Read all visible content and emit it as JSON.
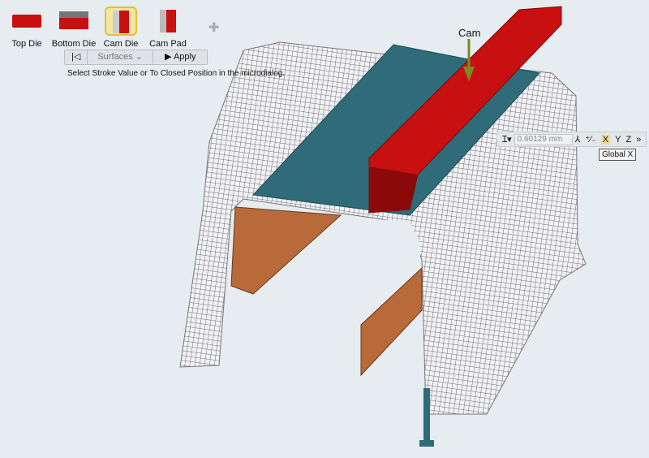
{
  "toolbar": {
    "tools": [
      {
        "label": "Top Die"
      },
      {
        "label": "Bottom Die"
      },
      {
        "label": "Cam Die",
        "selected": true
      },
      {
        "label": "Cam Pad"
      }
    ],
    "add_icon": "plus-icon"
  },
  "guide_bar": {
    "back_icon": "back-to-start-icon",
    "surfaces_label": "Surfaces",
    "apply_label": "Apply"
  },
  "hint": "Select Stroke Value or To Closed Position in the microdialog.",
  "microdialog": {
    "value": "0.60129 mm",
    "y_label": "Y",
    "z_label": "Z",
    "x_label": "X",
    "tooltip": "Global X"
  },
  "viewport": {
    "cam_label": "Cam"
  },
  "colors": {
    "die": "#c81010",
    "plate": "#2f6b78",
    "pad": "#b86a3a",
    "arrow": "#7a8a20"
  }
}
